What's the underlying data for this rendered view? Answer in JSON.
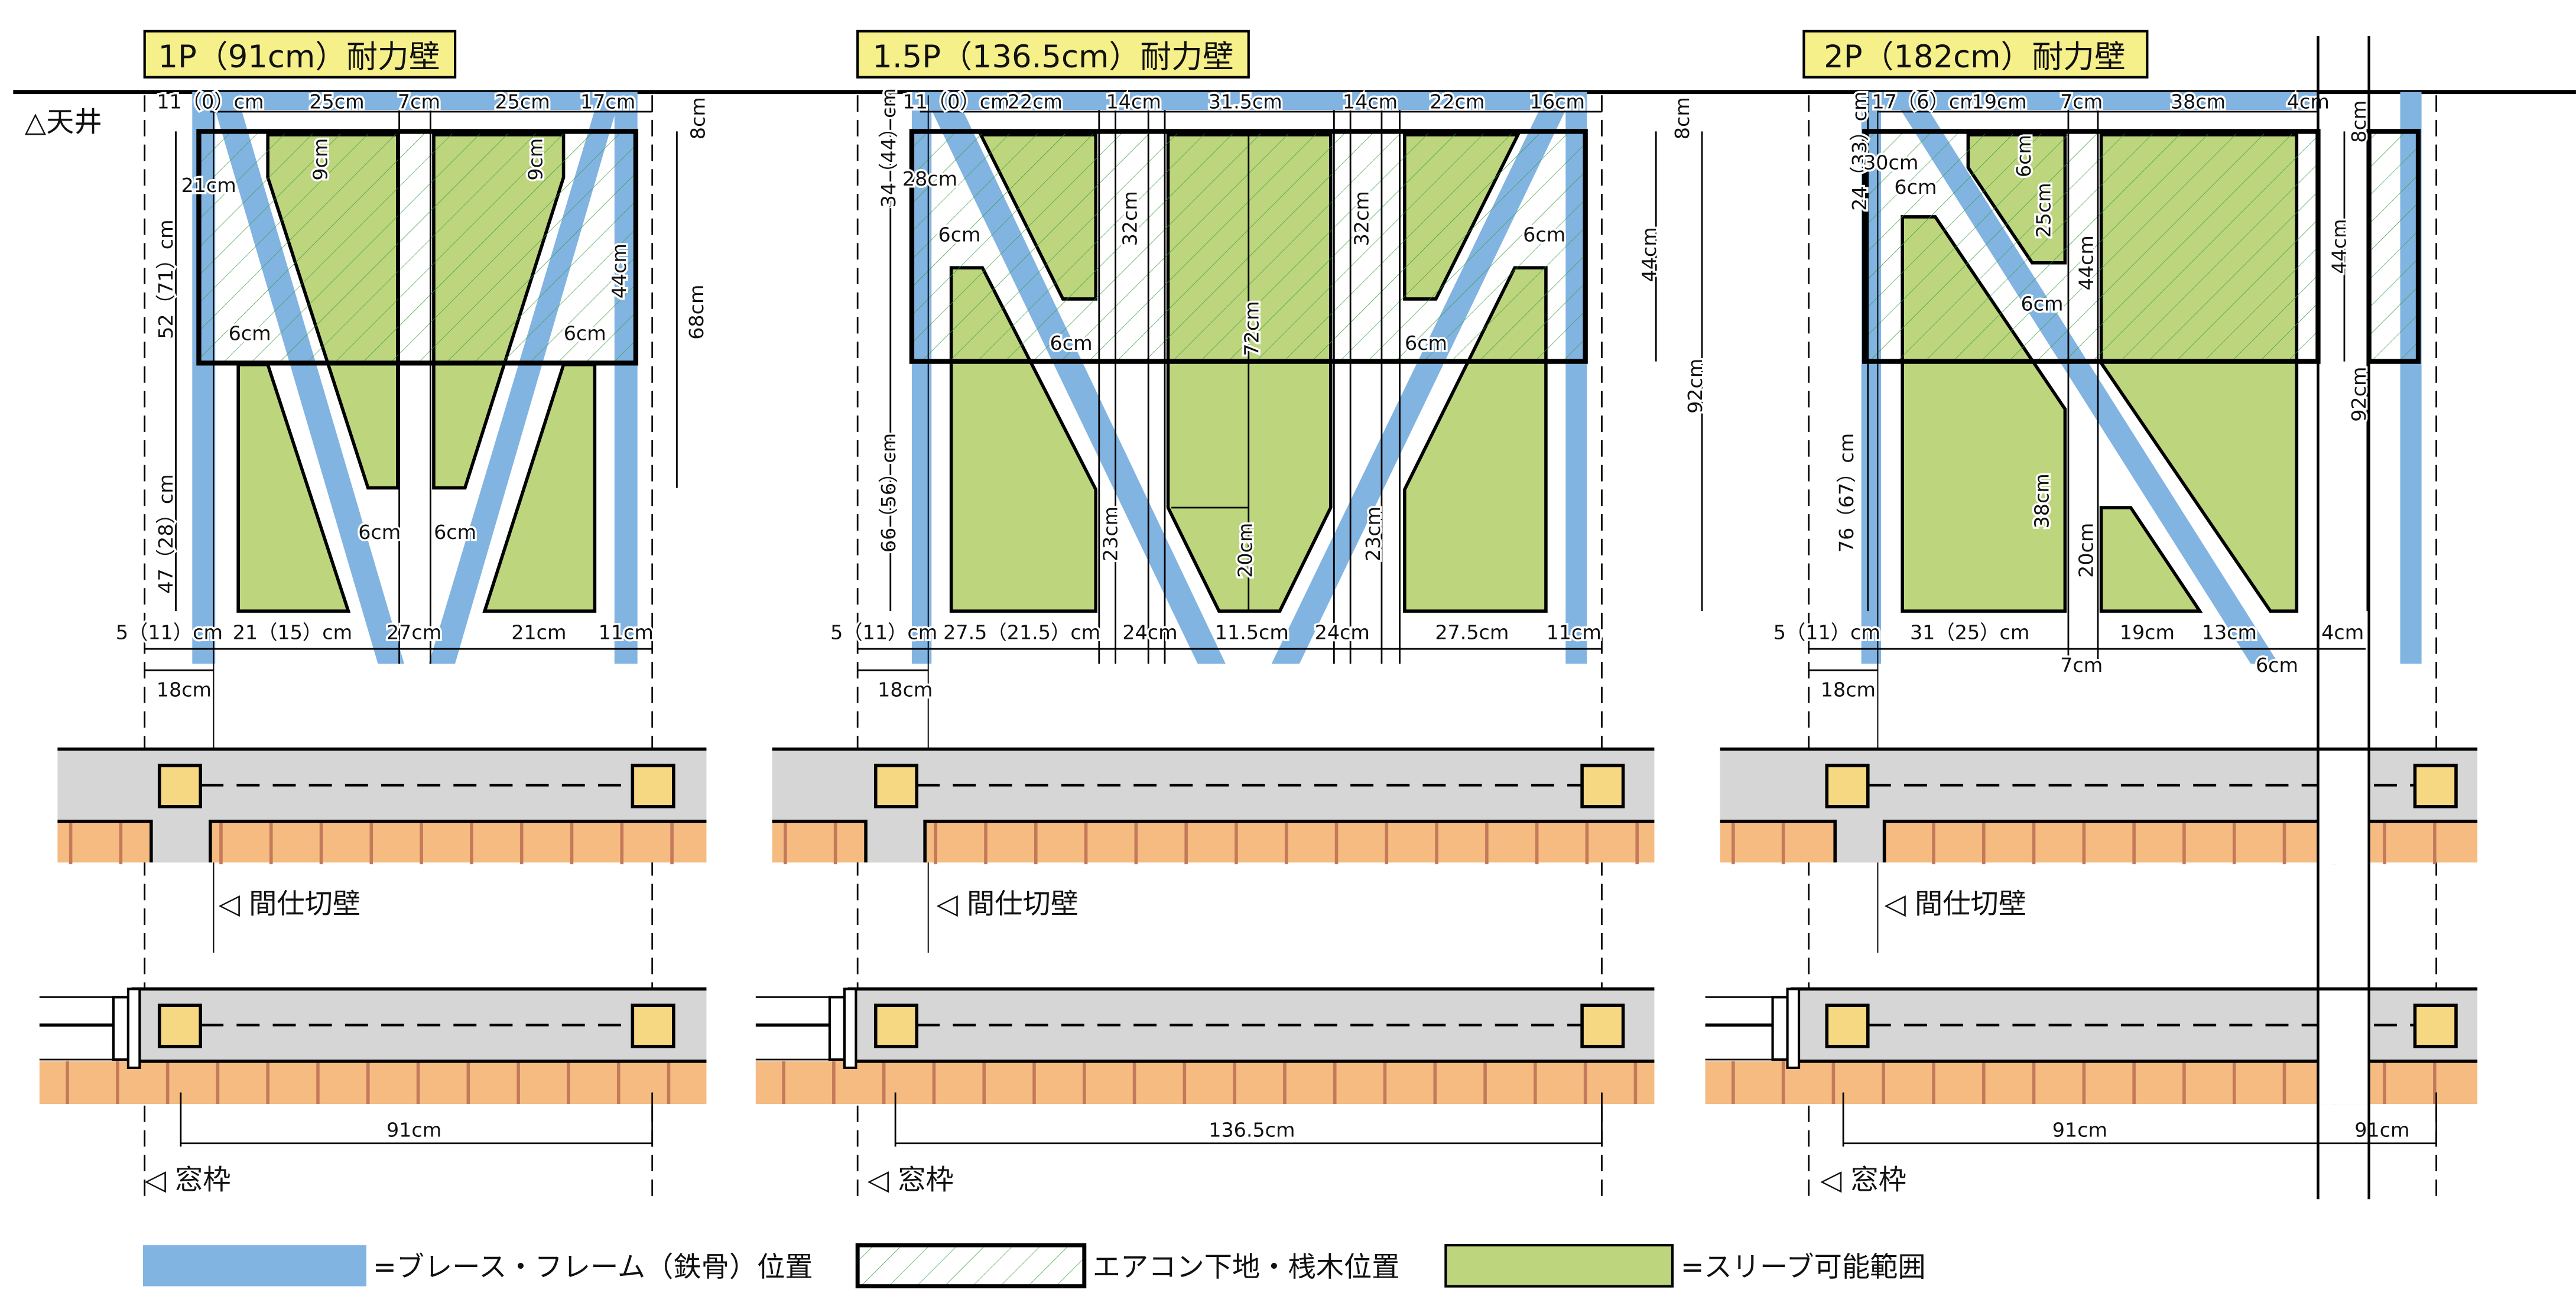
{
  "ceiling_label": "△天井",
  "colors": {
    "brace": "#82b4e2",
    "sleeve": "#bdd67e",
    "title_bg": "#f6f08a",
    "post": "#f6d882",
    "floor": "#f5bb80",
    "floor_line": "#c47a5a",
    "wall": "#d6d6d6",
    "hatch": "#3a9a3a"
  },
  "panels": [
    {
      "title": "1P（91cm）耐力壁",
      "dims": [
        "11（0）cm",
        "25cm",
        "7cm",
        "25cm",
        "17cm",
        "8cm",
        "9cm",
        "9cm",
        "21cm",
        "52（71）cm",
        "44cm",
        "68cm",
        "6cm",
        "6cm",
        "47（28）cm",
        "6cm",
        "6cm",
        "5（11）cm",
        "21（15）cm",
        "27cm",
        "21cm",
        "11cm",
        "18cm"
      ],
      "partition_label": "◁ 間仕切壁",
      "window_label": "◁ 窓枠",
      "span_labels": [
        "91cm"
      ]
    },
    {
      "title": "1.5P（136.5cm）耐力壁",
      "dims": [
        "11（0）cm",
        "22cm",
        "14cm",
        "31.5cm",
        "14cm",
        "22cm",
        "16cm",
        "8cm",
        "34（44）cm",
        "28cm",
        "6cm",
        "32cm",
        "32cm",
        "6cm",
        "6cm",
        "72cm",
        "6cm",
        "44cm",
        "92cm",
        "66（56）cm",
        "23cm",
        "20cm",
        "23cm",
        "5（11）cm",
        "27.5（21.5）cm",
        "24cm",
        "11.5cm",
        "24cm",
        "27.5cm",
        "11cm",
        "18cm"
      ],
      "partition_label": "◁ 間仕切壁",
      "window_label": "◁ 窓枠",
      "span_labels": [
        "136.5cm"
      ]
    },
    {
      "title": "2P（182cm）耐力壁",
      "dims": [
        "17（6）cm",
        "19cm",
        "7cm",
        "38cm",
        "4cm",
        "8cm",
        "24（33）cm",
        "30cm",
        "6cm",
        "6cm",
        "25cm",
        "44cm",
        "6cm",
        "44cm",
        "92cm",
        "76（67）cm",
        "38cm",
        "20cm",
        "5（11）cm",
        "31（25）cm",
        "19cm",
        "13cm",
        "4cm",
        "7cm",
        "6cm",
        "18cm"
      ],
      "partition_label": "◁ 間仕切壁",
      "window_label": "◁ 窓枠",
      "span_labels": [
        "91cm",
        "91cm"
      ]
    }
  ],
  "legend": [
    {
      "label": "=ブレース・フレーム（鉄骨）位置"
    },
    {
      "label": "エアコン下地・桟木位置"
    },
    {
      "label": "=スリーブ可能範囲"
    }
  ]
}
